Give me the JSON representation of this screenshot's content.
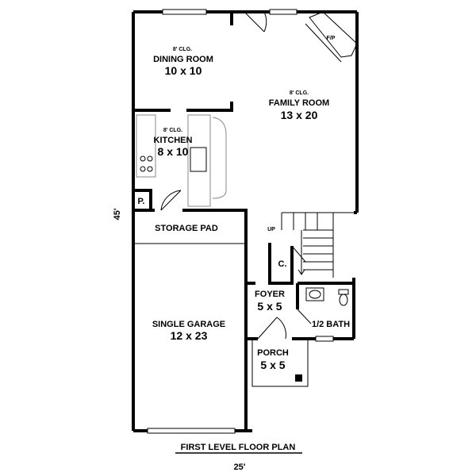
{
  "rooms": {
    "dining": {
      "clg": "8' CLG.",
      "name": "DINING ROOM",
      "size": "10 x 10"
    },
    "family": {
      "clg": "8' CLG.",
      "name": "FAMILY ROOM",
      "size": "13 x 20"
    },
    "kitchen": {
      "clg": "8' CLG.",
      "name": "KITCHEN",
      "size": "8 x 10"
    },
    "storage": {
      "name": "STORAGE PAD"
    },
    "garage": {
      "name": "SINGLE GARAGE",
      "size": "12 x 23"
    },
    "foyer": {
      "name": "FOYER",
      "size": "5 x 5"
    },
    "half_bath": {
      "name": "1/2 BATH"
    },
    "porch": {
      "name": "PORCH",
      "size": "5 x 5"
    }
  },
  "labels": {
    "fireplace": "F/P",
    "pantry": "P.",
    "closet": "C.",
    "stairs_up": "UP"
  },
  "dimensions": {
    "depth": "45'",
    "width": "25'"
  },
  "caption": "FIRST LEVEL FLOOR PLAN"
}
